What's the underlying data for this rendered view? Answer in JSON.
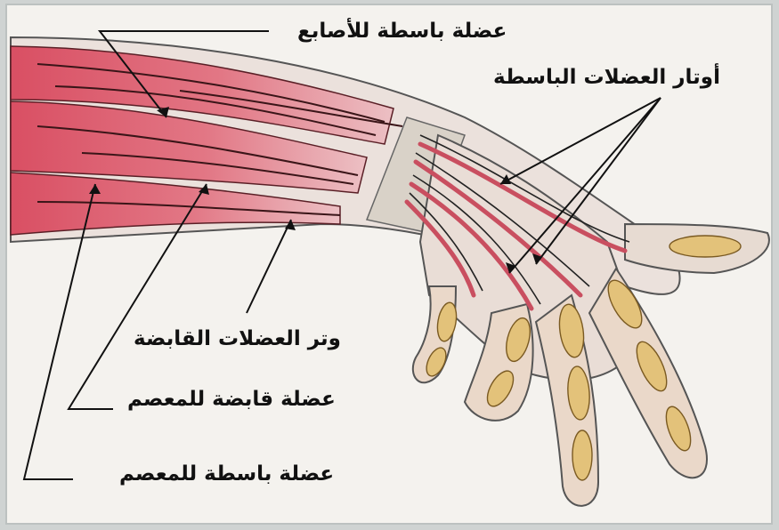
{
  "labels": {
    "extensor_digitorum": "عضلة باسطة للأصابع",
    "extensor_tendons": "أوتار العضلات الباسطة",
    "flexor_tendon": "وتر العضلات القابضة",
    "wrist_flexor": "عضلة قابضة للمعصم",
    "wrist_extensor": "عضلة باسطة للمعصم"
  },
  "colors": {
    "muscle": "#dc5e6e",
    "muscle_light": "#e88c99",
    "tendon": "#d7cfc2",
    "bone": "#e3c27a",
    "background": "#f4f2ee"
  }
}
